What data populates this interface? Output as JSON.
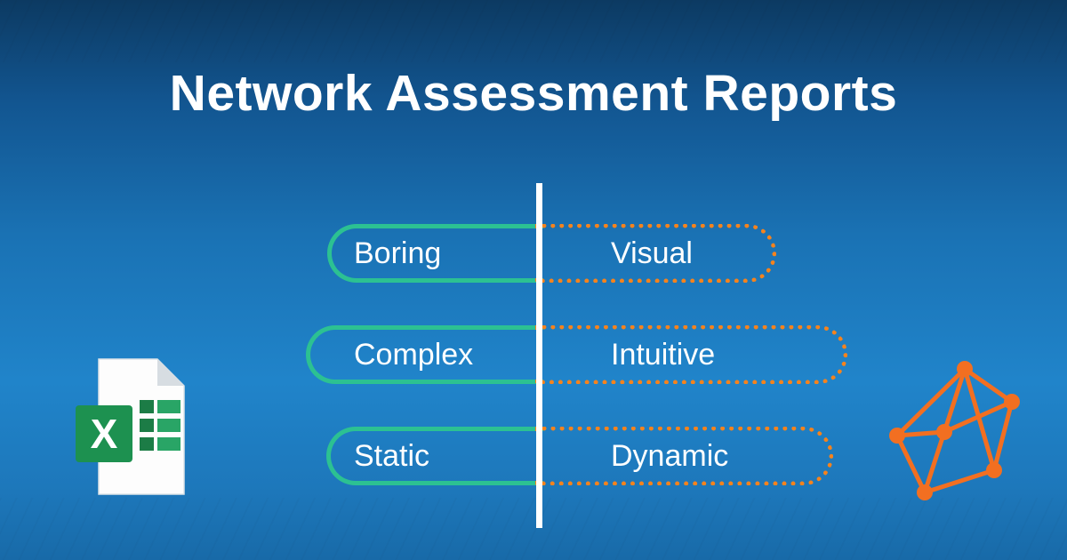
{
  "title": "Network Assessment Reports",
  "comparison": {
    "rows": [
      {
        "left": "Boring",
        "right": "Visual"
      },
      {
        "left": "Complex",
        "right": "Intuitive"
      },
      {
        "left": "Static",
        "right": "Dynamic"
      }
    ]
  },
  "icons": {
    "excel": {
      "name": "excel-file-icon",
      "letter": "X"
    },
    "network": {
      "name": "network-graph-icon"
    }
  },
  "colors": {
    "background_top": "#0c3a62",
    "background_bottom": "#1e7dc3",
    "left_pill_border": "#2cc192",
    "right_pill_border": "#f5831d",
    "divider": "#ffffff",
    "text": "#ffffff",
    "excel_green": "#1d9150",
    "network_orange": "#f26f21"
  }
}
